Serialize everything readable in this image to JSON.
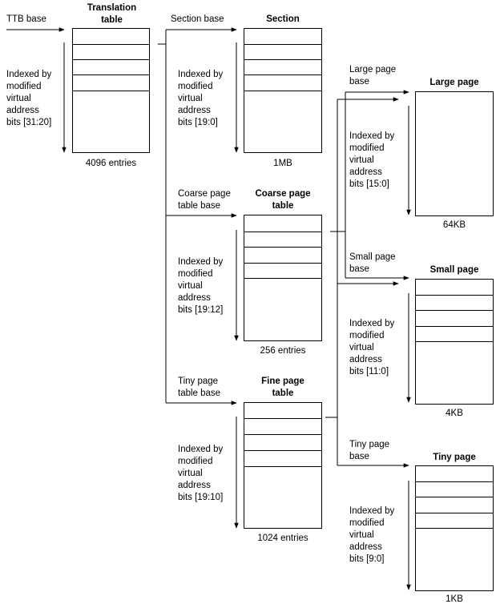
{
  "ttb_base": "TTB base",
  "translation": {
    "title_1": "Translation",
    "title_2": "table",
    "index": [
      "Indexed by",
      "modified",
      "virtual",
      "address",
      "bits [31:20]"
    ],
    "footer": "4096 entries"
  },
  "section": {
    "base": "Section base",
    "title": "Section",
    "index": [
      "Indexed by",
      "modified",
      "virtual",
      "address",
      "bits [19:0]"
    ],
    "footer": "1MB"
  },
  "coarse": {
    "base_1": "Coarse page",
    "base_2": "table base",
    "title_1": "Coarse page",
    "title_2": "table",
    "index": [
      "Indexed by",
      "modified",
      "virtual",
      "address",
      "bits [19:12]"
    ],
    "footer": "256 entries"
  },
  "fine": {
    "base_1": "Tiny page",
    "base_2": "table base",
    "title_1": "Fine page",
    "title_2": "table",
    "index": [
      "Indexed by",
      "modified",
      "virtual",
      "address",
      "bits [19:10]"
    ],
    "footer": "1024 entries"
  },
  "large": {
    "base_1": "Large page",
    "base_2": "base",
    "title": "Large page",
    "index": [
      "Indexed by",
      "modified",
      "virtual",
      "address",
      "bits [15:0]"
    ],
    "footer": "64KB"
  },
  "small": {
    "base_1": "Small page",
    "base_2": "base",
    "title": "Small page",
    "index": [
      "Indexed by",
      "modified",
      "virtual",
      "address",
      "bits [11:0]"
    ],
    "footer": "4KB"
  },
  "tiny": {
    "base_1": "Tiny page",
    "base_2": "base",
    "title": "Tiny page",
    "index": [
      "Indexed by",
      "modified",
      "virtual",
      "address",
      "bits [9:0]"
    ],
    "footer": "1KB"
  }
}
